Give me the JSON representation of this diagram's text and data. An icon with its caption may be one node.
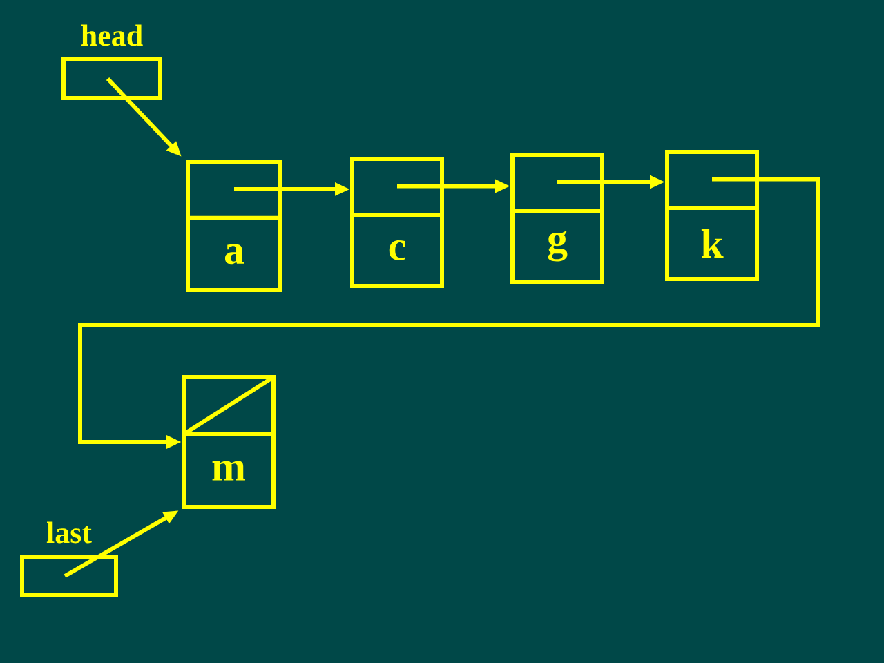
{
  "diagram": {
    "nodes": [
      {
        "text": [
          "head"
        ]
      },
      {
        "text": [
          "a"
        ]
      },
      {
        "text": [
          "c"
        ]
      },
      {
        "text": [
          "g"
        ]
      },
      {
        "text": [
          "k"
        ]
      },
      {
        "text": [
          "m"
        ]
      },
      {
        "text": [
          "last"
        ]
      }
    ],
    "edges": [
      {
        "from": 0,
        "to": 1,
        "arrow": "to"
      },
      {
        "from": 1,
        "to": 2,
        "arrow": "to"
      },
      {
        "from": 2,
        "to": 3,
        "arrow": "to"
      },
      {
        "from": 3,
        "to": 4,
        "arrow": "to"
      },
      {
        "from": 4,
        "to": 5,
        "arrow": "to"
      },
      {
        "from": 6,
        "to": 5,
        "arrow": "to"
      }
    ]
  }
}
